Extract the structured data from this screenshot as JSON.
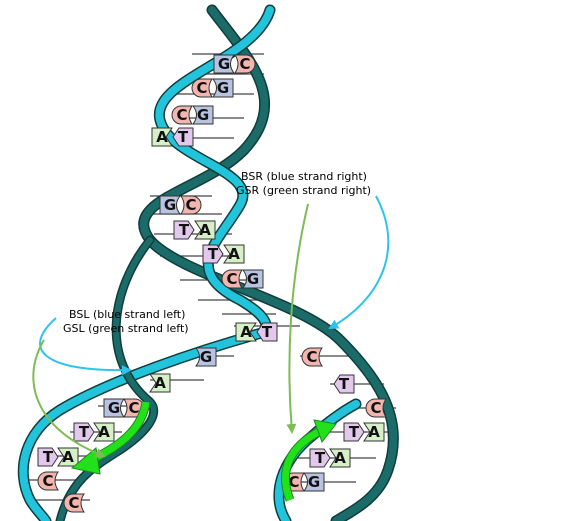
{
  "labels": {
    "right_line1": "BSR (blue strand right)",
    "right_line2": "GSR (green strand right)",
    "left_line1": "BSL (blue strand left)",
    "left_line2": "GSL (green strand left)"
  },
  "colors": {
    "blue_strand": "#22c4dc",
    "green_strand": "#1b6b69",
    "guanine": "#b8c3e2",
    "cytosine": "#f2b6ae",
    "thymine": "#e2c8ec",
    "adenine": "#d6efc7",
    "green_arrow": "#22e01a",
    "olive_pointer": "#7dbb55",
    "cyan_pointer": "#2cc3ef"
  },
  "base_pairs": [
    {
      "left": "G",
      "right": "C"
    },
    {
      "left": "C",
      "right": "G"
    },
    {
      "left": "C",
      "right": "G"
    },
    {
      "left": "A",
      "right": "T"
    },
    {
      "left": "G",
      "right": "C"
    },
    {
      "left": "T",
      "right": "A"
    },
    {
      "left": "T",
      "right": "A"
    },
    {
      "left": "C",
      "right": "G"
    },
    {
      "left": "A",
      "right": "T"
    }
  ],
  "left_fork_bases": [
    "G",
    "A",
    "G",
    "C",
    "T",
    "A",
    "T",
    "A",
    "C",
    "C"
  ],
  "right_fork_bases": [
    "C",
    "T",
    "C",
    "T",
    "A",
    "T",
    "A",
    "C",
    "G"
  ]
}
